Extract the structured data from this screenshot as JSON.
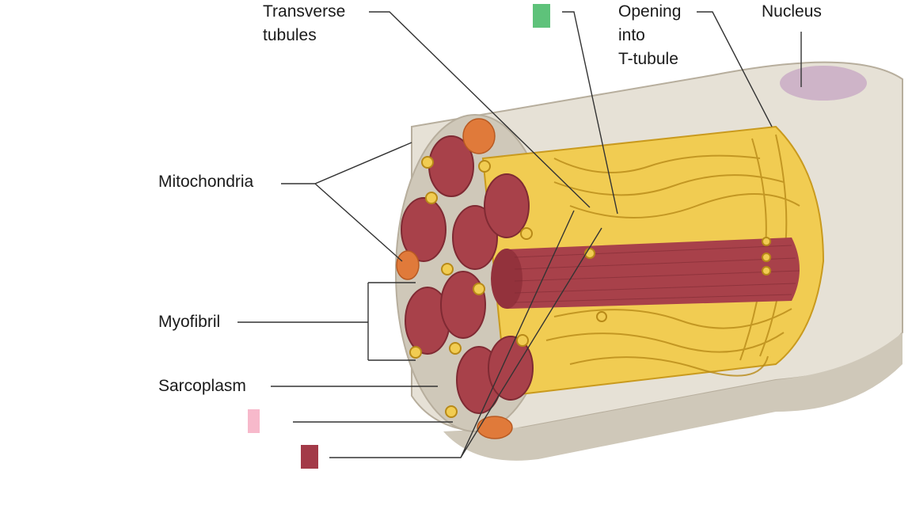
{
  "labels": {
    "transverse_tubules": [
      "Transverse",
      "tubules"
    ],
    "opening_t_tubule": [
      "Opening",
      "into",
      "T-tubule"
    ],
    "nucleus": "Nucleus",
    "mitochondria": "Mitochondria",
    "myofibril": "Myofibril",
    "sarcoplasm": "Sarcoplasm"
  },
  "placeholders": {
    "green": "#5ec27a",
    "pink": "#f7b9cb",
    "maroon": "#a33a48"
  },
  "colors": {
    "membrane": "#e6e1d6",
    "membrane_shade": "#cfc8b9",
    "muscle": "#a8414a",
    "muscle_dark": "#7f2a33",
    "reticulum": "#f1cc52",
    "reticulum_dark": "#c99a1e",
    "mito": "#e07a3a",
    "nucleus": "#b796b8",
    "line": "#333333"
  }
}
